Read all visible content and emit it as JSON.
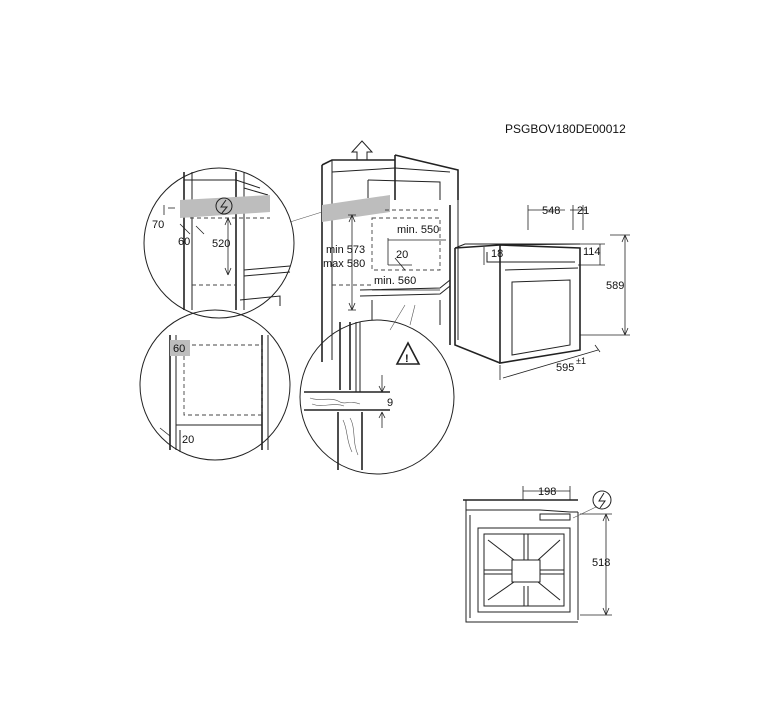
{
  "header": {
    "code": "PSGBOV180DE00012"
  },
  "detail_top": {
    "dim_70": "70",
    "dim_60": "60",
    "dim_520": "520"
  },
  "cabinet": {
    "min_573": "min 573",
    "max_580": "max 580",
    "min_550": "min. 550",
    "dim_20": "20",
    "min_560": "min. 560"
  },
  "detail_bottom": {
    "dim_60": "60",
    "dim_20": "20"
  },
  "detail_floor": {
    "warning_symbol": "!",
    "dim_9": "9"
  },
  "oven_3d": {
    "dim_548": "548",
    "dim_21": "21",
    "dim_18": "18",
    "dim_114": "114",
    "dim_589": "589",
    "dim_595": "595",
    "dim_595_tolerance": "±1"
  },
  "top_view": {
    "dim_198": "198",
    "dim_518": "518"
  },
  "icons": {
    "up_arrow": "arrow-up-outline-icon",
    "power": "power-connection-icon",
    "warning": "warning-triangle-icon"
  }
}
